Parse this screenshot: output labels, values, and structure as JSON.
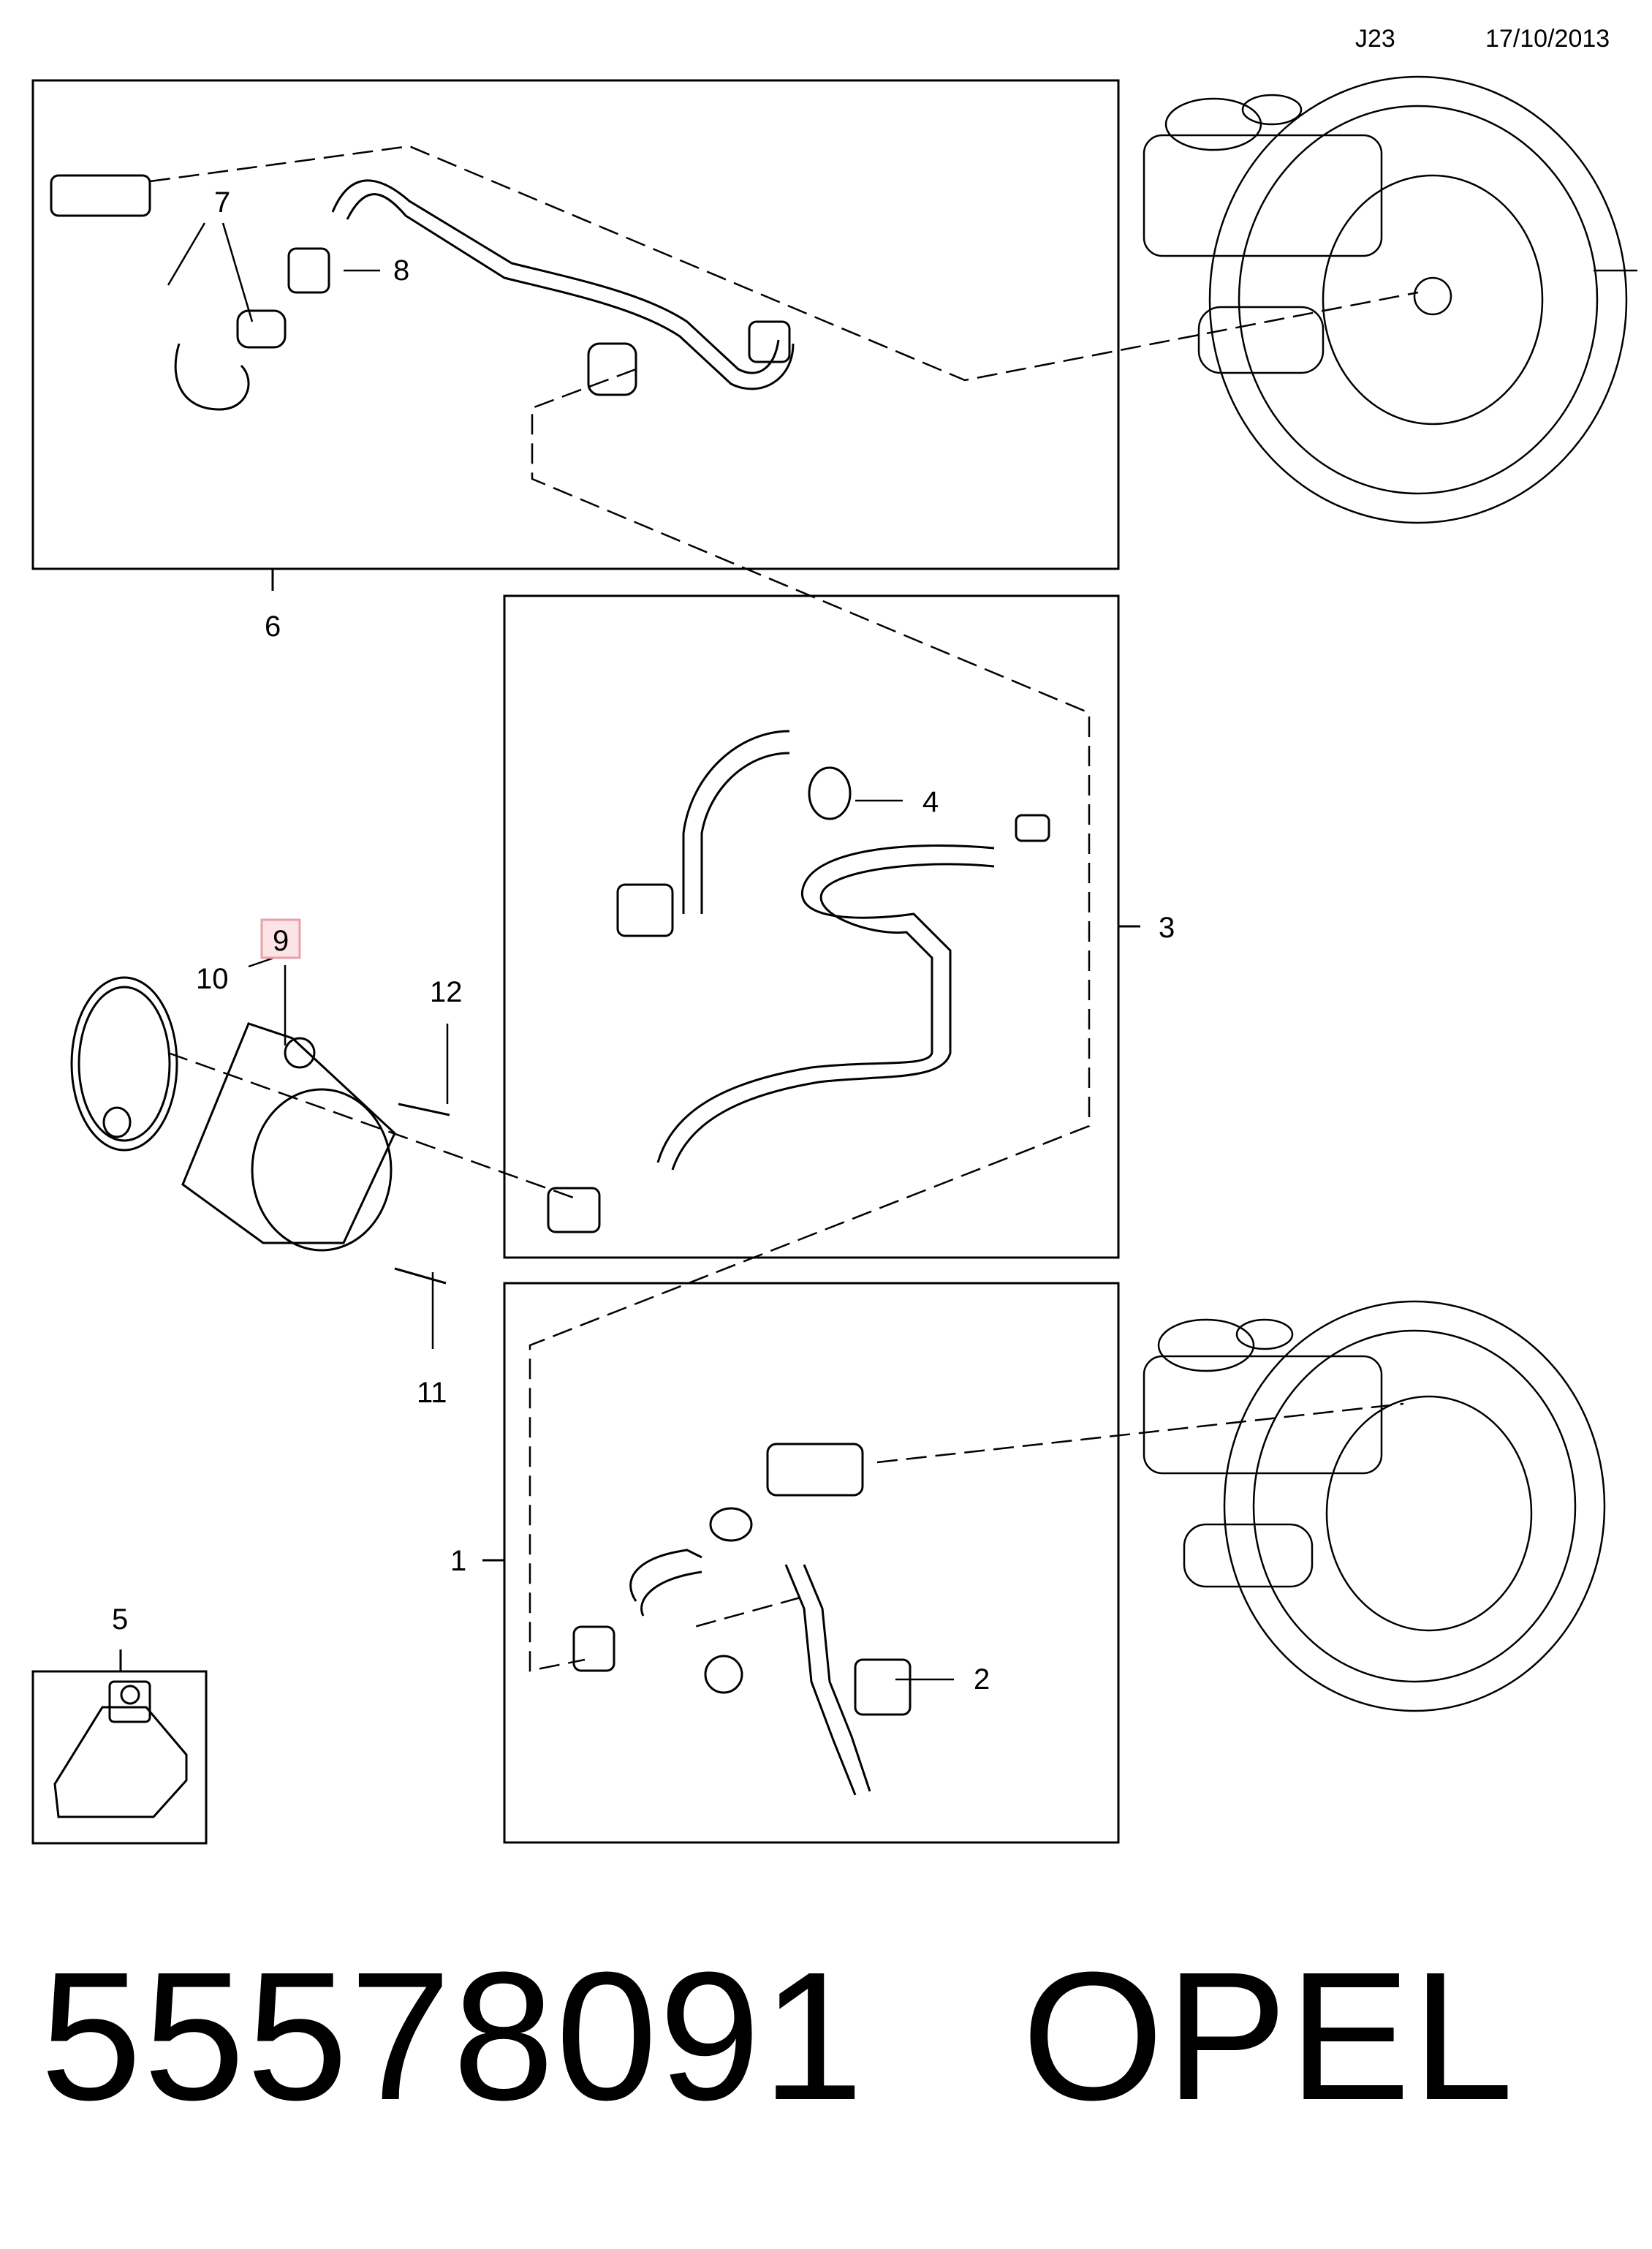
{
  "header": {
    "code": "J23",
    "date": "17/10/2013"
  },
  "callouts": {
    "c1": "1",
    "c2": "2",
    "c3": "3",
    "c4": "4",
    "c5": "5",
    "c6": "6",
    "c7": "7",
    "c8": "8",
    "c9": "9",
    "c10": "10",
    "c11": "11",
    "c12": "12"
  },
  "highlight_color": "#e8a0a8",
  "highlight_fill": "#fbe3e6",
  "footer": {
    "part_number": "55578091",
    "brand": "OPEL"
  }
}
